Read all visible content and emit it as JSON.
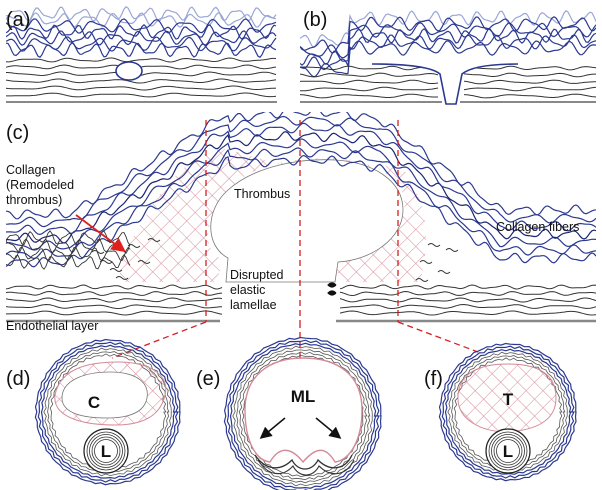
{
  "panels": {
    "a": "(a)",
    "b": "(b)",
    "c": "(c)",
    "d": "(d)",
    "e": "(e)",
    "f": "(f)"
  },
  "annotations": {
    "collagen_line1": "Collagen",
    "collagen_line2": "(Remodeled",
    "collagen_line3": "thrombus)",
    "thrombus": "Thrombus",
    "collagen_fibers": "Collagen fibers",
    "disrupted_line1": "Disrupted",
    "disrupted_line2": "elastic",
    "disrupted_line3": "lamellae",
    "endothelial": "Endothelial layer"
  },
  "cross_sections": {
    "d_inner": "C",
    "d_lumen": "L",
    "e_inner": "ML",
    "f_inner": "T",
    "f_lumen": "L"
  },
  "colors": {
    "collagen_blue": "#2b3990",
    "light_blue": "#9aa6d6",
    "thrombus_red": "#d48a98",
    "elastic_black": "#333333",
    "arrow_red": "#e0201c",
    "cut_line_red": "#d42020"
  }
}
